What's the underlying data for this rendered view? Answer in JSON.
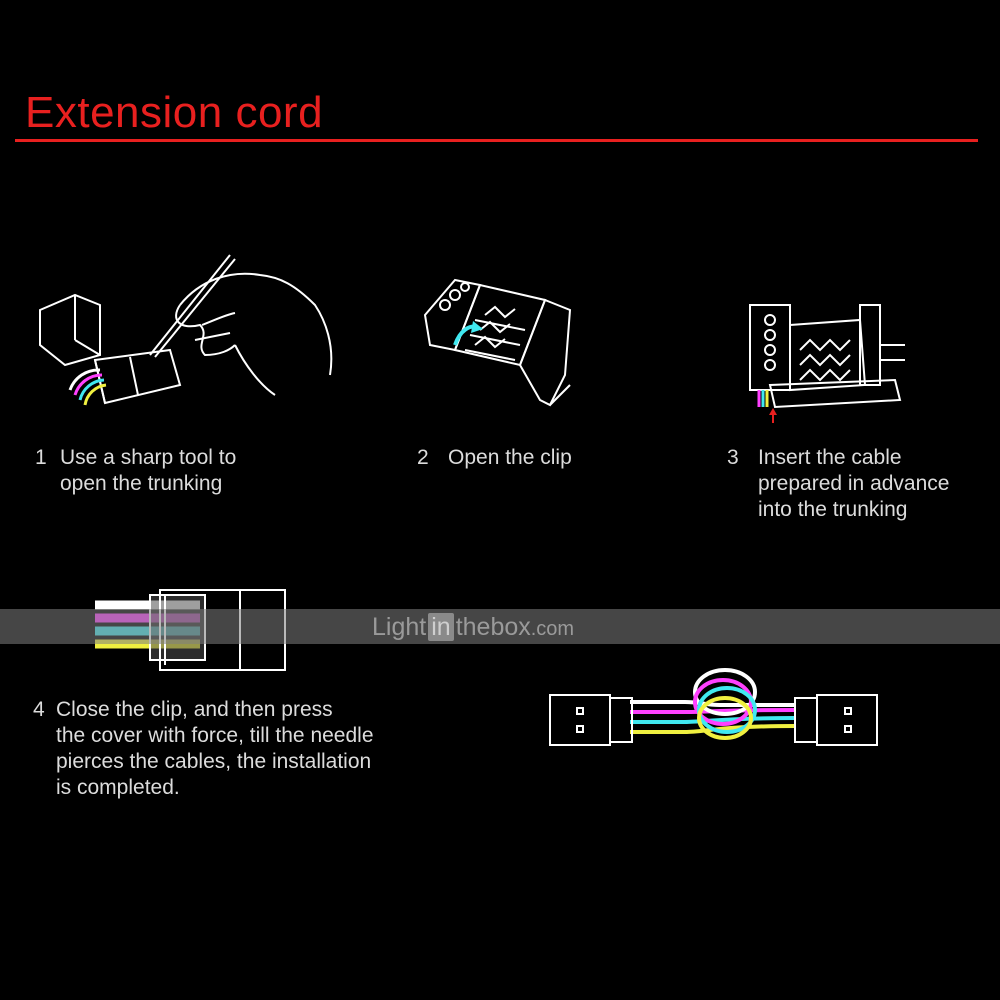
{
  "title": "Extension cord",
  "colors": {
    "accent": "#e8201f",
    "text": "#dcdcdc",
    "background": "#000000",
    "wire_white": "#ffffff",
    "wire_magenta": "#ff40ff",
    "wire_cyan": "#40e8f0",
    "wire_yellow": "#f0f040"
  },
  "steps": [
    {
      "number": "1",
      "lines": [
        "Use a sharp tool to",
        "open the trunking"
      ]
    },
    {
      "number": "2",
      "lines": [
        "Open the clip"
      ]
    },
    {
      "number": "3",
      "lines": [
        "Insert the cable",
        "prepared in advance",
        "into the trunking"
      ]
    },
    {
      "number": "4",
      "lines": [
        "Close the clip, and then press",
        "the cover with force, till the needle",
        "pierces the cables, the installation",
        "is completed."
      ]
    }
  ],
  "watermark": {
    "part1": "Light",
    "part2": "in",
    "part3": "thebox",
    "part4": ".com"
  },
  "icons": [
    "hand-tool-icon",
    "open-clip-icon",
    "insert-cable-icon",
    "closed-clip-icon",
    "completed-cord-icon"
  ]
}
